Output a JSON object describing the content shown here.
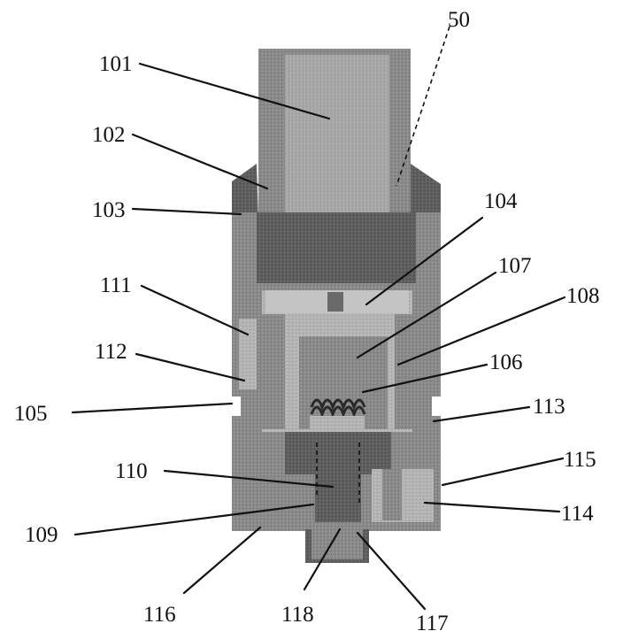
{
  "figure": {
    "labels": {
      "l50": "50",
      "l101": "101",
      "l102": "102",
      "l103": "103",
      "l104": "104",
      "l105": "105",
      "l106": "106",
      "l107": "107",
      "l108": "108",
      "l109": "109",
      "l110": "110",
      "l111": "111",
      "l112": "112",
      "l113": "113",
      "l114": "114",
      "l115": "115",
      "l116": "116",
      "l117": "117",
      "l118": "118"
    }
  }
}
